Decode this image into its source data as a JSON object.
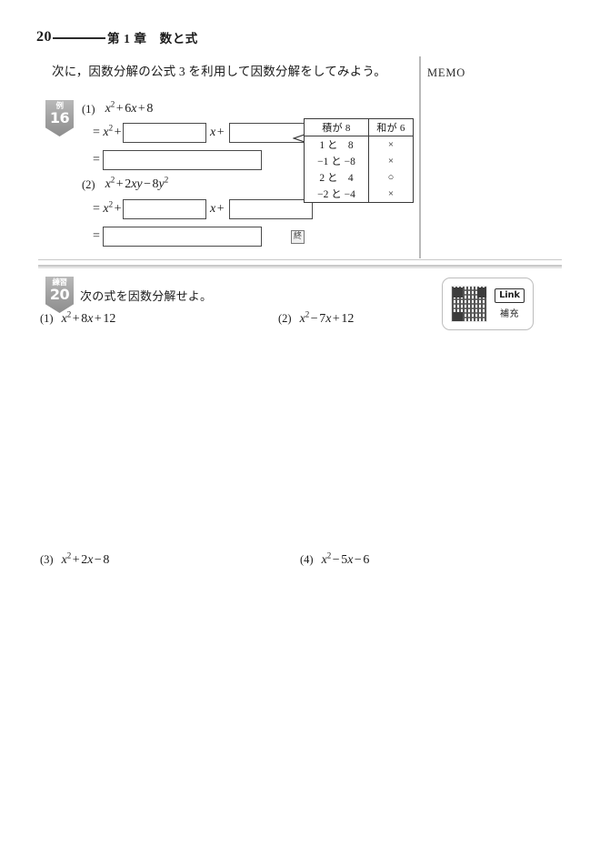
{
  "page": {
    "number": "20",
    "chapter_title": "第 1 章　数と式",
    "lead_sentence": "次に，因数分解の公式 3 を利用して因数分解をしてみよう。"
  },
  "memo": {
    "label": "MEMO"
  },
  "example": {
    "badge_kind": "例",
    "badge_number": "16",
    "end_mark": "終",
    "items": [
      {
        "label": "(1)",
        "expression": {
          "base": "x",
          "exp": "2",
          "rest": "+ 6x + 8"
        },
        "line2_prefix": "= x",
        "line2_exp": "2",
        "line2_mid": "x +",
        "blank_widths": [
          92,
          88
        ],
        "line3_prefix": "=",
        "line3_blank_width": 175
      },
      {
        "label": "(2)",
        "expression": {
          "base": "x",
          "exp": "2",
          "rest": "+ 2xy − 8y²"
        },
        "line2_prefix": "= x",
        "line2_exp": "2",
        "line2_mid": "x +",
        "blank_widths": [
          92,
          92
        ],
        "line3_prefix": "=",
        "line3_blank_width": 175
      }
    ]
  },
  "factor_table": {
    "headers": [
      "積が 8",
      "和が 6"
    ],
    "rows": [
      {
        "pair": "1 と　8",
        "mark": "×"
      },
      {
        "pair": "−1 と −8",
        "mark": "×"
      },
      {
        "pair": "2 と　4",
        "mark": "○"
      },
      {
        "pair": "−2 と −4",
        "mark": "×"
      }
    ]
  },
  "practice": {
    "badge_kind": "練習",
    "badge_number": "20",
    "instruction": "次の式を因数分解せよ。",
    "problems": [
      {
        "label": "(1)",
        "expression_html": "x²+8x+12"
      },
      {
        "label": "(2)",
        "expression_html": "x²−7x+12"
      },
      {
        "label": "(3)",
        "expression_html": "x²+2x−8"
      },
      {
        "label": "(4)",
        "expression_html": "x²−5x−6"
      }
    ]
  },
  "link_box": {
    "badge_label": "Link",
    "sub_label": "補充",
    "qr_alt": "qr-code"
  }
}
